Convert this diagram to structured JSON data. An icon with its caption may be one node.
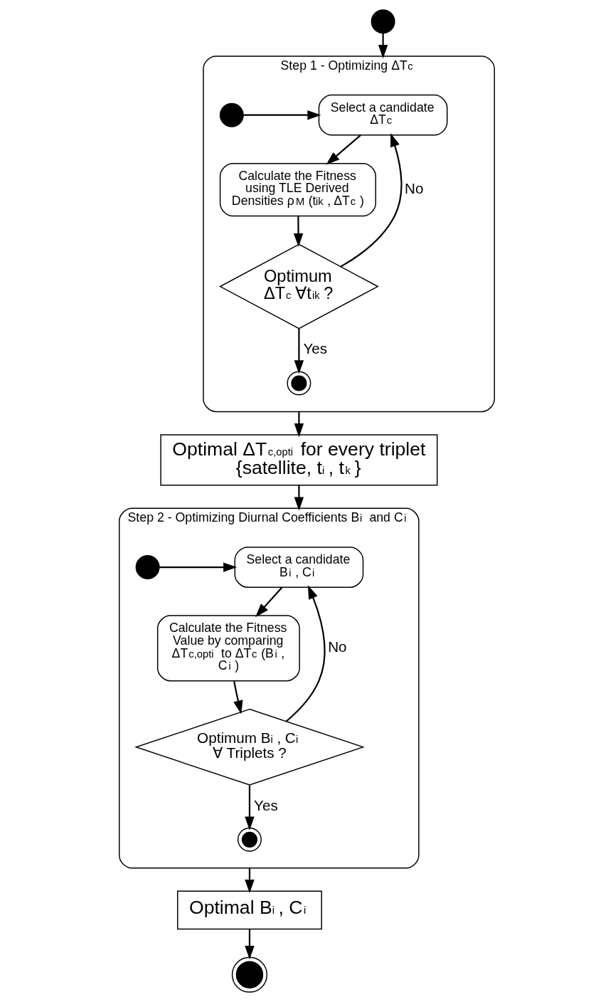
{
  "diagram": {
    "nodes": [
      {
        "text": [],
        "shape": "circle"
      },
      {
        "text": [
          "Step 1 - Optimizing ΔT$_{c}$"
        ]
      },
      {
        "text": [],
        "shape": "circle",
        "in": 1
      },
      {
        "text": [
          "Select a candidate ΔT$_{c}$"
        ],
        "in": 1
      },
      {
        "text": [
          "Calculate the Fitness using TLE Derived Densities ρ$_{M}$(t$_{ik}$, ΔT$_{c}$)"
        ],
        "in": 1
      },
      {
        "text": [
          "Optimum ΔT$_{c}$∀t$_{ik}$?"
        ],
        "in": 1
      },
      {
        "text": [],
        "shape": "bullseye",
        "in": 1
      },
      {
        "text": [
          "Optimal ΔT$_{c,opti}$ for every triplet {satellite, t$_{i}$, t$_{k}$}"
        ]
      },
      {
        "text": [
          "Step 2 - Optimizing Diurnal Coefficients B$_{i}$ and C$_{i}$"
        ]
      },
      {
        "text": [],
        "shape": "circle",
        "in": 8
      },
      {
        "text": [
          "Select a candidate B$_{i}$, C$_{i}$"
        ],
        "in": 8
      },
      {
        "text": [
          "Calculate the Fitness Value by comparing ΔT$_{c,opti}$ to ΔT$_{c}$(B$_{i}$, C$_{i}$)"
        ],
        "in": 8
      },
      {
        "text": [
          "Optimum B$_{i}$, C$_{i}$ ∀ Triplets ?"
        ],
        "in": 8
      },
      {
        "text": [],
        "shape": "bullseye",
        "in": 8
      },
      {
        "text": [
          "Optimal B$_{i}$, C$_{i}$"
        ]
      },
      {
        "text": [],
        "shape": "bullseye"
      }
    ],
    "edges": [
      {
        "from": 0,
        "to": 1,
        "arrow": "to"
      },
      {
        "from": 2,
        "to": 3,
        "arrow": "to"
      },
      {
        "from": 3,
        "to": 4,
        "arrow": "to"
      },
      {
        "from": 4,
        "to": 5,
        "arrow": "to"
      },
      {
        "from": 5,
        "to": 3,
        "arrow": "to",
        "label": "No"
      },
      {
        "from": 5,
        "to": 6,
        "arrow": "to",
        "label": "Yes"
      },
      {
        "from": 1,
        "to": 7,
        "arrow": "to"
      },
      {
        "from": 7,
        "to": 8,
        "arrow": "to"
      },
      {
        "from": 9,
        "to": 10,
        "arrow": "to"
      },
      {
        "from": 10,
        "to": 11,
        "arrow": "to"
      },
      {
        "from": 11,
        "to": 12,
        "arrow": "to"
      },
      {
        "from": 12,
        "to": 10,
        "arrow": "to",
        "label": "No"
      },
      {
        "from": 12,
        "to": 13,
        "arrow": "to",
        "label": "Yes"
      },
      {
        "from": 8,
        "to": 14,
        "arrow": "to"
      },
      {
        "from": 14,
        "to": 15,
        "arrow": "to"
      }
    ]
  }
}
